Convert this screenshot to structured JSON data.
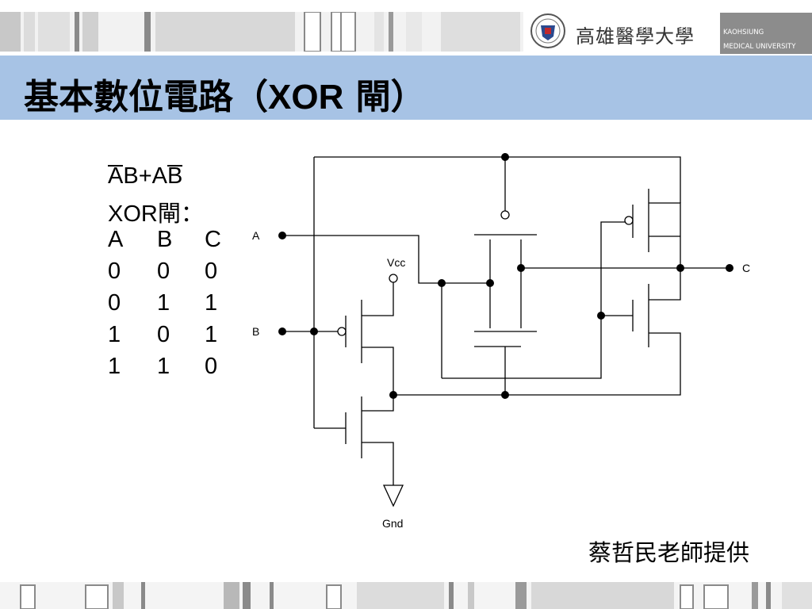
{
  "header": {
    "university_cn": "高雄醫學大學",
    "university_en_line1": "KAOHSIUNG",
    "university_en_line2": "MEDICAL UNIVERSITY"
  },
  "slide": {
    "title_cn": "基本數位電路（",
    "title_latin": "XOR",
    "title_end": " 閘）",
    "formula": [
      {
        "ch": "A",
        "bar": true
      },
      {
        "ch": "B",
        "bar": false
      },
      {
        "ch": "+",
        "bar": false
      },
      {
        "ch": "A",
        "bar": false
      },
      {
        "ch": "B",
        "bar": true
      }
    ],
    "truth_caption": "XOR閘：",
    "truth_headers": [
      "A",
      "B",
      "C"
    ],
    "truth_rows": [
      [
        "0",
        "0",
        "0"
      ],
      [
        "0",
        "1",
        "1"
      ],
      [
        "1",
        "0",
        "1"
      ],
      [
        "1",
        "1",
        "0"
      ]
    ],
    "credit": "蔡哲民老師提供"
  },
  "circuit": {
    "label_a": "A",
    "label_b": "B",
    "label_c": "C",
    "label_vcc": "Vcc",
    "label_gnd": "Gnd"
  },
  "colors": {
    "title_band": "#a7c3e5",
    "stripe_light": "#e6e6e6",
    "stripe_mid": "#c8c8c8",
    "stripe_dark": "#8a8a8a"
  }
}
